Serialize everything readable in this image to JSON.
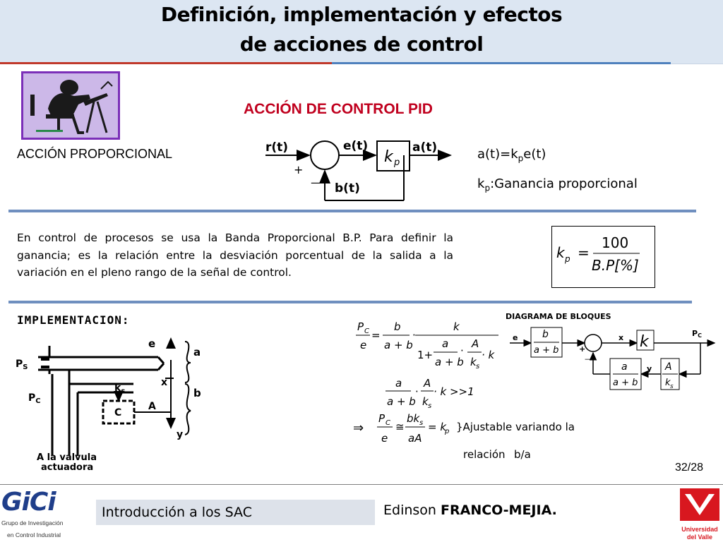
{
  "title": {
    "line1": "Definición, implementación y efectos",
    "line2": "de acciones de control"
  },
  "section_title": "ACCIÓN DE CONTROL PID",
  "proportional_label": "ACCIÓN PROPORCIONAL",
  "top_diagram": {
    "input": "r(t)",
    "error": "e(t)",
    "gain": "k",
    "gain_sub": "p",
    "output": "a(t)",
    "feedback": "b(t)",
    "plus": "+",
    "minus": "—"
  },
  "equation": {
    "lhs": "a(t)=k",
    "sub": "p",
    "rhs": "e(t)"
  },
  "gain_def": {
    "sym": "k",
    "sub": "p",
    "text": ":Ganancia proporcional"
  },
  "paragraph": "En control de procesos se usa la Banda Proporcional B.P. Para definir la ganancia; es la relación entre la desviación porcentual de la salida a la variación en el pleno rango de la señal de control.",
  "kp_formula": {
    "lhs": "k",
    "lhs_sub": "p",
    "eq": "=",
    "num": "100",
    "den": "B.P[%]"
  },
  "implementation_title": "IMPLEMENTACION:",
  "mechanism": {
    "ps": "P",
    "ps_sub": "S",
    "pc": "P",
    "pc_sub": "C",
    "e": "e",
    "x": "x",
    "ks": "k",
    "ks_sub": "s",
    "c": "C",
    "a": "A",
    "y": "y",
    "brace_a": "a",
    "brace_b": "b",
    "valve_line1": "A la válvula",
    "valve_line2": "actuadora"
  },
  "math": {
    "eq1_lhs_num": "P",
    "eq1_lhs_sub": "C",
    "eq1_lhs_den": "e",
    "eq1_f1_num": "b",
    "eq1_f1_den": "a + b",
    "eq1_f2_num": "k",
    "eq1_f2_den_one": "1+",
    "eq1_f3_num": "a",
    "eq1_f3_den": "a + b",
    "eq1_f4_num": "A",
    "eq1_f4_den": "k",
    "eq1_f4_den_sub": "s",
    "eq1_k": "· k",
    "eq2_tail": "· k >>1",
    "eq3_arrow": "⇒",
    "eq3_num": "bk",
    "eq3_den": "aA",
    "eq3_approx": "≅",
    "eq3_rhs": "= k",
    "eq3_rhs_sub": "p",
    "note1": "}Ajustable variando la",
    "note2": "relación",
    "note3": "b/a"
  },
  "block_diagram": {
    "title": "DIAGRAMA DE BLOQUES",
    "e": "e",
    "x": "x",
    "pc": "P",
    "pc_sub": "C",
    "y": "y",
    "b_num": "b",
    "b_den": "a + b",
    "k": "k",
    "a_num": "a",
    "a_den": "a + b",
    "A_num": "A",
    "A_den": "k",
    "A_den_sub": "s",
    "plus": "+",
    "minus": "—"
  },
  "page_number": "32/28",
  "footer": {
    "course": "Introducción a los SAC",
    "author_first": "Edinson",
    "author_last": "FRANCO-MEJIA.",
    "logo_text": "GiCi",
    "logo_line1": "Grupo de Investigación",
    "logo_line2": "en Control Industrial",
    "univ_line1": "Universidad",
    "univ_line2": "del Valle"
  }
}
